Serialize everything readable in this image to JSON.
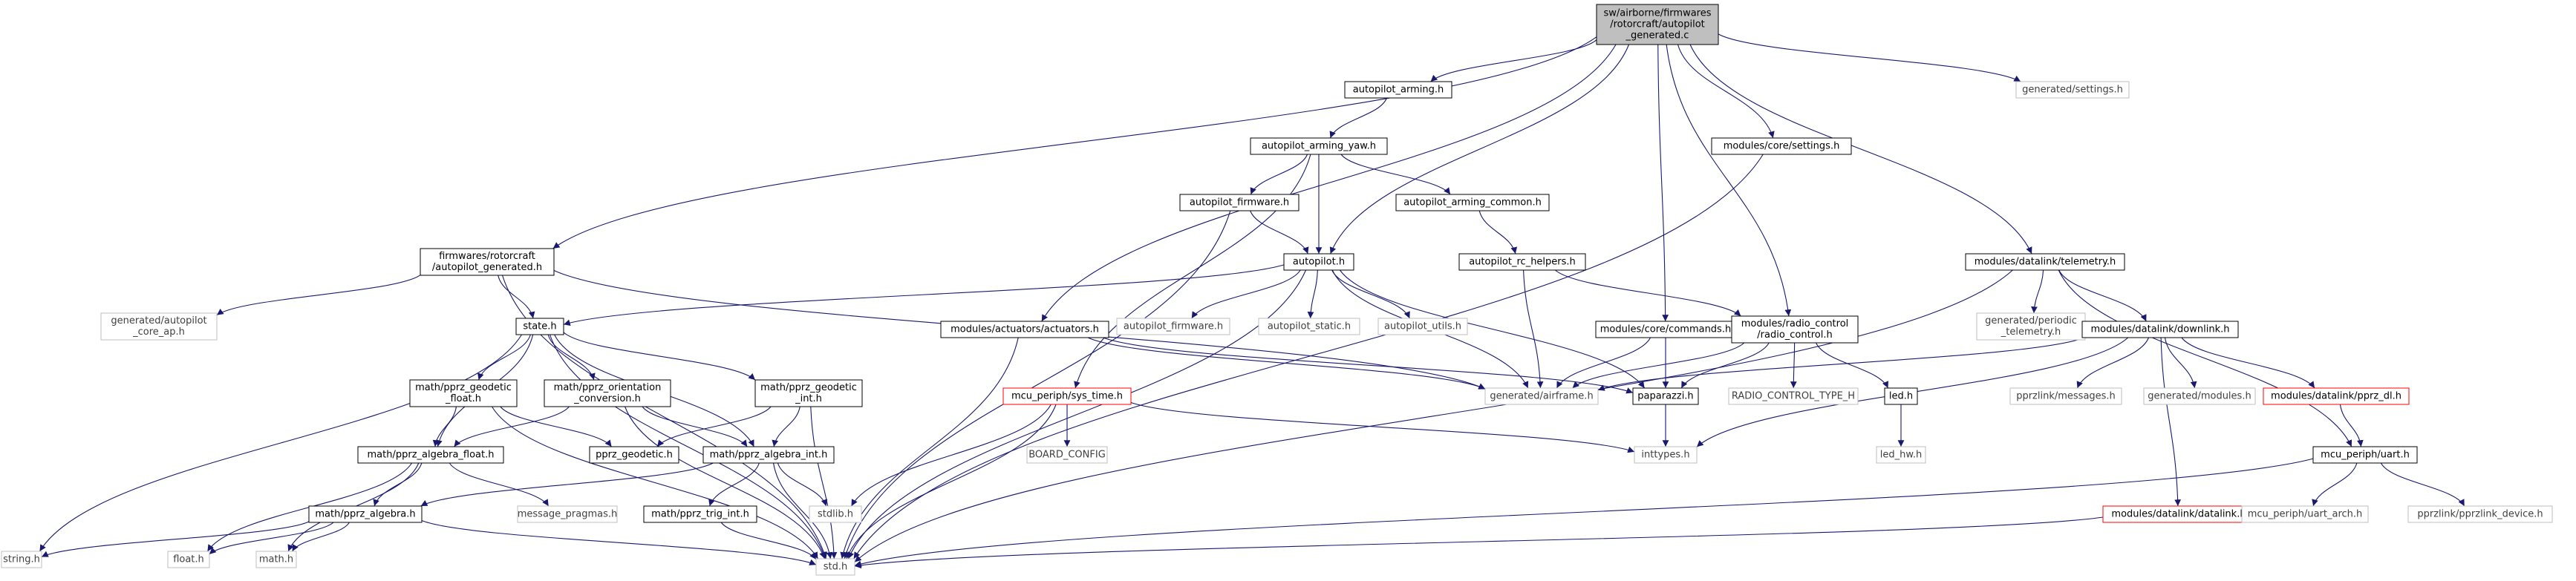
{
  "colors": {
    "edge": "#191970",
    "root_fill": "#bfbfbf",
    "gray_border": "#bfbfbf",
    "red_border": "#ff0000"
  },
  "nodes": [
    {
      "id": "root",
      "lines": [
        "sw/airborne/firmwares",
        "/rotorcraft/autopilot",
        "_generated.c"
      ],
      "style": "root"
    },
    {
      "id": "arming",
      "lines": [
        "autopilot_arming.h"
      ],
      "style": "normal"
    },
    {
      "id": "gen_settings",
      "lines": [
        "generated/settings.h"
      ],
      "style": "gray"
    },
    {
      "id": "arming_yaw",
      "lines": [
        "autopilot_arming_yaw.h"
      ],
      "style": "normal"
    },
    {
      "id": "core_settings",
      "lines": [
        "modules/core/settings.h"
      ],
      "style": "normal"
    },
    {
      "id": "ap_firmware_h",
      "lines": [
        "autopilot_firmware.h"
      ],
      "style": "normal"
    },
    {
      "id": "arming_common",
      "lines": [
        "autopilot_arming_common.h"
      ],
      "style": "normal"
    },
    {
      "id": "ap_gen_h",
      "lines": [
        "firmwares/rotorcraft",
        "/autopilot_generated.h"
      ],
      "style": "normal"
    },
    {
      "id": "autopilot_h",
      "lines": [
        "autopilot.h"
      ],
      "style": "normal"
    },
    {
      "id": "rc_helpers",
      "lines": [
        "autopilot_rc_helpers.h"
      ],
      "style": "normal"
    },
    {
      "id": "telemetry",
      "lines": [
        "modules/datalink/telemetry.h"
      ],
      "style": "normal"
    },
    {
      "id": "gen_core_ap",
      "lines": [
        "generated/autopilot",
        "_core_ap.h"
      ],
      "style": "gray"
    },
    {
      "id": "state",
      "lines": [
        "state.h"
      ],
      "style": "normal"
    },
    {
      "id": "ap_firmware_gray",
      "lines": [
        "autopilot_firmware.h"
      ],
      "style": "gray"
    },
    {
      "id": "ap_static",
      "lines": [
        "autopilot_static.h"
      ],
      "style": "gray"
    },
    {
      "id": "ap_utils",
      "lines": [
        "autopilot_utils.h"
      ],
      "style": "gray"
    },
    {
      "id": "actuators",
      "lines": [
        "modules/actuators/actuators.h"
      ],
      "style": "normal"
    },
    {
      "id": "commands",
      "lines": [
        "modules/core/commands.h"
      ],
      "style": "normal"
    },
    {
      "id": "radio_control",
      "lines": [
        "modules/radio_control",
        "/radio_control.h"
      ],
      "style": "normal"
    },
    {
      "id": "gen_periodic",
      "lines": [
        "generated/periodic",
        "_telemetry.h"
      ],
      "style": "gray"
    },
    {
      "id": "downlink",
      "lines": [
        "modules/datalink/downlink.h"
      ],
      "style": "normal"
    },
    {
      "id": "geodetic_float",
      "lines": [
        "math/pprz_geodetic",
        "_float.h"
      ],
      "style": "normal"
    },
    {
      "id": "orientation",
      "lines": [
        "math/pprz_orientation",
        "_conversion.h"
      ],
      "style": "normal"
    },
    {
      "id": "geodetic_int",
      "lines": [
        "math/pprz_geodetic",
        "_int.h"
      ],
      "style": "normal"
    },
    {
      "id": "sys_time",
      "lines": [
        "mcu_periph/sys_time.h"
      ],
      "style": "red"
    },
    {
      "id": "gen_airframe",
      "lines": [
        "generated/airframe.h"
      ],
      "style": "gray"
    },
    {
      "id": "paparazzi",
      "lines": [
        "paparazzi.h"
      ],
      "style": "normal"
    },
    {
      "id": "rc_type",
      "lines": [
        "RADIO_CONTROL_TYPE_H"
      ],
      "style": "gray"
    },
    {
      "id": "led",
      "lines": [
        "led.h"
      ],
      "style": "normal"
    },
    {
      "id": "pprzlink_messages",
      "lines": [
        "pprzlink/messages.h"
      ],
      "style": "gray"
    },
    {
      "id": "gen_modules",
      "lines": [
        "generated/modules.h"
      ],
      "style": "gray"
    },
    {
      "id": "pprz_dl",
      "lines": [
        "modules/datalink/pprz_dl.h"
      ],
      "style": "red"
    },
    {
      "id": "algebra_float",
      "lines": [
        "math/pprz_algebra_float.h"
      ],
      "style": "normal"
    },
    {
      "id": "pprz_geodetic",
      "lines": [
        "pprz_geodetic.h"
      ],
      "style": "normal"
    },
    {
      "id": "algebra_int",
      "lines": [
        "math/pprz_algebra_int.h"
      ],
      "style": "normal"
    },
    {
      "id": "board_config",
      "lines": [
        "BOARD_CONFIG"
      ],
      "style": "gray"
    },
    {
      "id": "inttypes",
      "lines": [
        "inttypes.h"
      ],
      "style": "gray"
    },
    {
      "id": "led_hw",
      "lines": [
        "led_hw.h"
      ],
      "style": "gray"
    },
    {
      "id": "uart",
      "lines": [
        "mcu_periph/uart.h"
      ],
      "style": "normal"
    },
    {
      "id": "message_pragmas",
      "lines": [
        "message_pragmas.h"
      ],
      "style": "gray"
    },
    {
      "id": "stdlib",
      "lines": [
        "stdlib.h"
      ],
      "style": "gray"
    },
    {
      "id": "algebra",
      "lines": [
        "math/pprz_algebra.h"
      ],
      "style": "normal"
    },
    {
      "id": "trig_int",
      "lines": [
        "math/pprz_trig_int.h"
      ],
      "style": "normal"
    },
    {
      "id": "datalink",
      "lines": [
        "modules/datalink/datalink.h"
      ],
      "style": "red"
    },
    {
      "id": "uart_arch",
      "lines": [
        "mcu_periph/uart_arch.h"
      ],
      "style": "gray"
    },
    {
      "id": "pprzlink_device",
      "lines": [
        "pprzlink/pprzlink_device.h"
      ],
      "style": "gray"
    },
    {
      "id": "string",
      "lines": [
        "string.h"
      ],
      "style": "gray"
    },
    {
      "id": "float",
      "lines": [
        "float.h"
      ],
      "style": "gray"
    },
    {
      "id": "math",
      "lines": [
        "math.h"
      ],
      "style": "gray"
    },
    {
      "id": "std",
      "lines": [
        "std.h"
      ],
      "style": "gray"
    }
  ],
  "edges": [
    [
      "root",
      "arming"
    ],
    [
      "root",
      "gen_settings"
    ],
    [
      "root",
      "core_settings"
    ],
    [
      "root",
      "ap_gen_h"
    ],
    [
      "root",
      "autopilot_h"
    ],
    [
      "root",
      "telemetry"
    ],
    [
      "root",
      "actuators"
    ],
    [
      "root",
      "commands"
    ],
    [
      "root",
      "radio_control"
    ],
    [
      "arming",
      "arming_yaw"
    ],
    [
      "arming_yaw",
      "ap_firmware_h"
    ],
    [
      "arming_yaw",
      "arming_common"
    ],
    [
      "arming_yaw",
      "autopilot_h"
    ],
    [
      "arming_yaw",
      "sys_time"
    ],
    [
      "arming_common",
      "rc_helpers"
    ],
    [
      "ap_firmware_h",
      "autopilot_h"
    ],
    [
      "ap_firmware_h",
      "std"
    ],
    [
      "ap_gen_h",
      "gen_core_ap"
    ],
    [
      "ap_gen_h",
      "state"
    ],
    [
      "ap_gen_h",
      "gen_airframe"
    ],
    [
      "ap_gen_h",
      "std"
    ],
    [
      "autopilot_h",
      "state"
    ],
    [
      "autopilot_h",
      "ap_firmware_gray"
    ],
    [
      "autopilot_h",
      "ap_static"
    ],
    [
      "autopilot_h",
      "ap_utils"
    ],
    [
      "autopilot_h",
      "gen_airframe"
    ],
    [
      "autopilot_h",
      "paparazzi"
    ],
    [
      "autopilot_h",
      "std"
    ],
    [
      "rc_helpers",
      "radio_control"
    ],
    [
      "rc_helpers",
      "gen_airframe"
    ],
    [
      "core_settings",
      "std"
    ],
    [
      "telemetry",
      "gen_periodic"
    ],
    [
      "telemetry",
      "downlink"
    ],
    [
      "telemetry",
      "uart"
    ],
    [
      "telemetry",
      "std"
    ],
    [
      "state",
      "geodetic_float"
    ],
    [
      "state",
      "orientation"
    ],
    [
      "state",
      "geodetic_int"
    ],
    [
      "state",
      "algebra_float"
    ],
    [
      "state",
      "algebra_int"
    ],
    [
      "state",
      "string"
    ],
    [
      "state",
      "std"
    ],
    [
      "actuators",
      "paparazzi"
    ],
    [
      "actuators",
      "gen_airframe"
    ],
    [
      "actuators",
      "std"
    ],
    [
      "commands",
      "paparazzi"
    ],
    [
      "commands",
      "gen_airframe"
    ],
    [
      "radio_control",
      "paparazzi"
    ],
    [
      "radio_control",
      "rc_type"
    ],
    [
      "radio_control",
      "led"
    ],
    [
      "radio_control",
      "gen_airframe"
    ],
    [
      "downlink",
      "pprzlink_messages"
    ],
    [
      "downlink",
      "gen_modules"
    ],
    [
      "downlink",
      "pprz_dl"
    ],
    [
      "downlink",
      "datalink"
    ],
    [
      "downlink",
      "gen_airframe"
    ],
    [
      "downlink",
      "inttypes"
    ],
    [
      "geodetic_float",
      "algebra_float"
    ],
    [
      "geodetic_float",
      "pprz_geodetic"
    ],
    [
      "geodetic_float",
      "std"
    ],
    [
      "orientation",
      "algebra_float"
    ],
    [
      "orientation",
      "algebra_int"
    ],
    [
      "orientation",
      "std"
    ],
    [
      "geodetic_int",
      "pprz_geodetic"
    ],
    [
      "geodetic_int",
      "algebra_int"
    ],
    [
      "geodetic_int",
      "std"
    ],
    [
      "sys_time",
      "board_config"
    ],
    [
      "sys_time",
      "stdlib"
    ],
    [
      "sys_time",
      "inttypes"
    ],
    [
      "sys_time",
      "std"
    ],
    [
      "paparazzi",
      "inttypes"
    ],
    [
      "led",
      "led_hw"
    ],
    [
      "pprz_dl",
      "uart"
    ],
    [
      "algebra_float",
      "algebra"
    ],
    [
      "algebra_float",
      "message_pragmas"
    ],
    [
      "algebra_float",
      "float"
    ],
    [
      "algebra_float",
      "math"
    ],
    [
      "algebra_int",
      "algebra"
    ],
    [
      "algebra_int",
      "trig_int"
    ],
    [
      "algebra_int",
      "stdlib"
    ],
    [
      "algebra_int",
      "std"
    ],
    [
      "algebra",
      "string"
    ],
    [
      "algebra",
      "float"
    ],
    [
      "algebra",
      "math"
    ],
    [
      "algebra",
      "std"
    ],
    [
      "trig_int",
      "std"
    ],
    [
      "datalink",
      "std"
    ],
    [
      "uart",
      "uart_arch"
    ],
    [
      "uart",
      "pprzlink_device"
    ],
    [
      "uart",
      "std"
    ]
  ]
}
